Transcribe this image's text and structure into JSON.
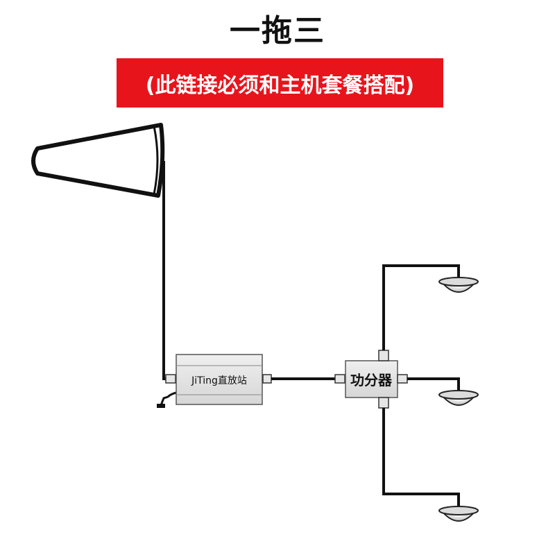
{
  "title": "一拖三",
  "banner": {
    "text": "(此链接必须和主机套餐搭配)",
    "color": "#e8141c"
  },
  "nodes": {
    "repeater": {
      "label": "JiTing直放站"
    },
    "splitter": {
      "label": "功分器"
    }
  },
  "icons": {
    "outdoor_antenna": "log-periodic-antenna-icon",
    "indoor_antenna": "ceiling-antenna-icon",
    "power": "power-plug-icon"
  },
  "colors": {
    "cable": "#111111",
    "box_fill": "#e6e6e6",
    "box_stroke": "#555555"
  }
}
